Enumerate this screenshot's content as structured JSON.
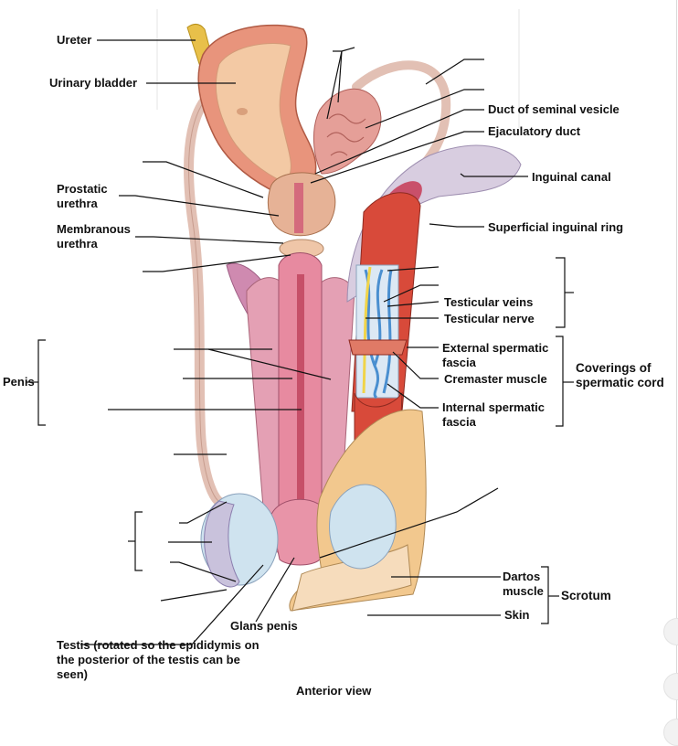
{
  "labels": {
    "ureter": "Ureter",
    "urinary_bladder": "Urinary bladder",
    "prostatic_urethra": "Prostatic urethra",
    "membranous_urethra": "Membranous urethra",
    "penis": "Penis",
    "testis": "Testis (rotated so the epididymis on the posterior of the testis can be seen)",
    "glans_penis": "Glans penis",
    "duct_of_seminal_vesicle": "Duct of seminal vesicle",
    "ejaculatory_duct": "Ejaculatory duct",
    "inguinal_canal": "Inguinal canal",
    "superficial_inguinal_ring": "Superficial inguinal ring",
    "testicular_veins": "Testicular veins",
    "testicular_nerve": "Testicular nerve",
    "external_spermatic_fascia": "External spermatic fascia",
    "cremaster_muscle": "Cremaster muscle",
    "internal_spermatic_fascia": "Internal spermatic fascia",
    "coverings_of_spermatic_cord": "Coverings of spermatic cord",
    "dartos_muscle": "Dartos muscle",
    "scrotum": "Scrotum",
    "skin": "Skin"
  },
  "caption": "Anterior view",
  "colors": {
    "bladder_wall": "#e8947c",
    "bladder_lumen": "#f3c9a4",
    "ureter": "#e8c04a",
    "ductus_deferens": "#e2c0b4",
    "penis_body": "#e4a0b4",
    "urethra": "#d46a7c",
    "muscle": "#d84a3a",
    "vein": "#4a8fd0",
    "nerve": "#f0d44a",
    "testis": "#cfe3ef",
    "scrotum_skin": "#f2c88e",
    "canal": "#d8cde0"
  }
}
